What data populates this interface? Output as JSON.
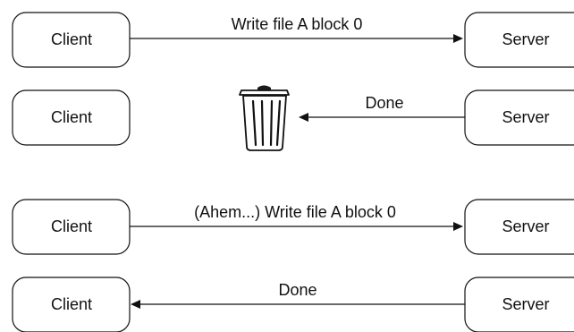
{
  "rows": [
    {
      "left_label": "Client",
      "right_label": "Server",
      "message": "Write file A block 0",
      "direction": "to-server"
    },
    {
      "left_label": "Client",
      "right_label": "Server",
      "message": "Done",
      "direction": "to-trash"
    },
    {
      "left_label": "Client",
      "right_label": "Server",
      "message": "(Ahem...) Write file A block 0",
      "direction": "to-server"
    },
    {
      "left_label": "Client",
      "right_label": "Server",
      "message": "Done",
      "direction": "to-client"
    }
  ],
  "icons": {
    "discarded_reply": "trash-can-icon"
  }
}
